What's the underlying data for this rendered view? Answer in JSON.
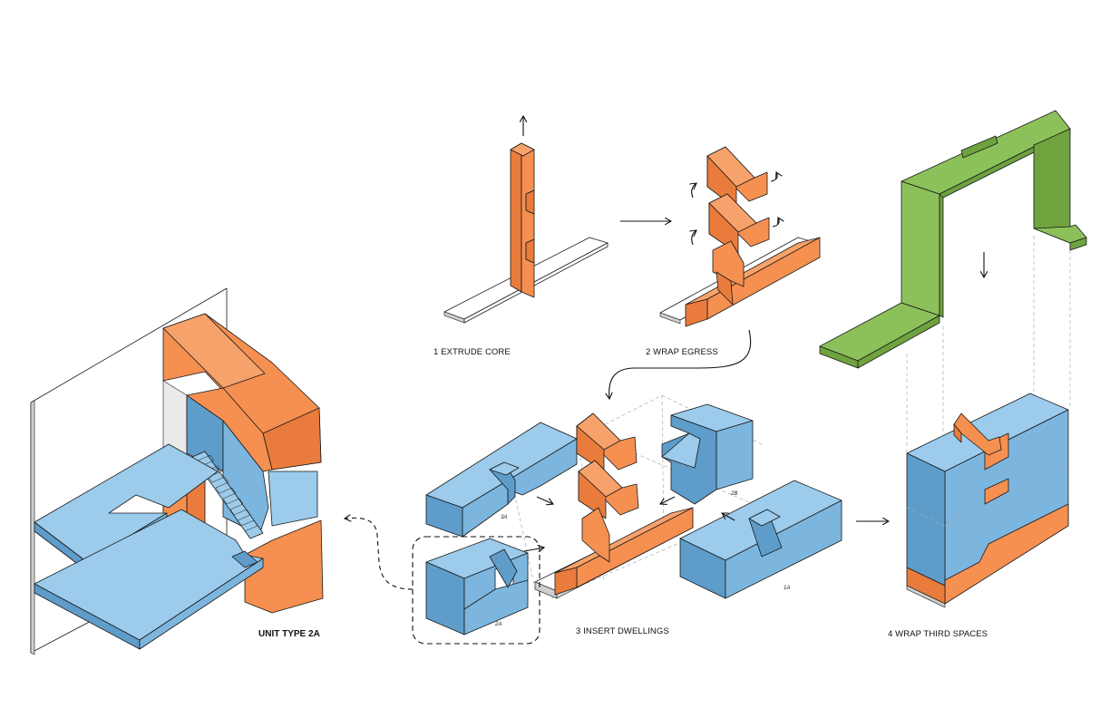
{
  "steps": {
    "step1": "1 EXTRUDE CORE",
    "step2": "2 WRAP EGRESS",
    "step3": "3 INSERT DWELLINGS",
    "step4": "4 WRAP THIRD SPACES"
  },
  "unit_label": "UNIT TYPE 2A",
  "dwelling_tags": {
    "a3": "3A",
    "b2": "2B",
    "a1": "1A",
    "a2": "2A"
  },
  "colors": {
    "core": "#f59051",
    "dwellings": "#7cb6de",
    "third_spaces": "#8cc05a"
  }
}
